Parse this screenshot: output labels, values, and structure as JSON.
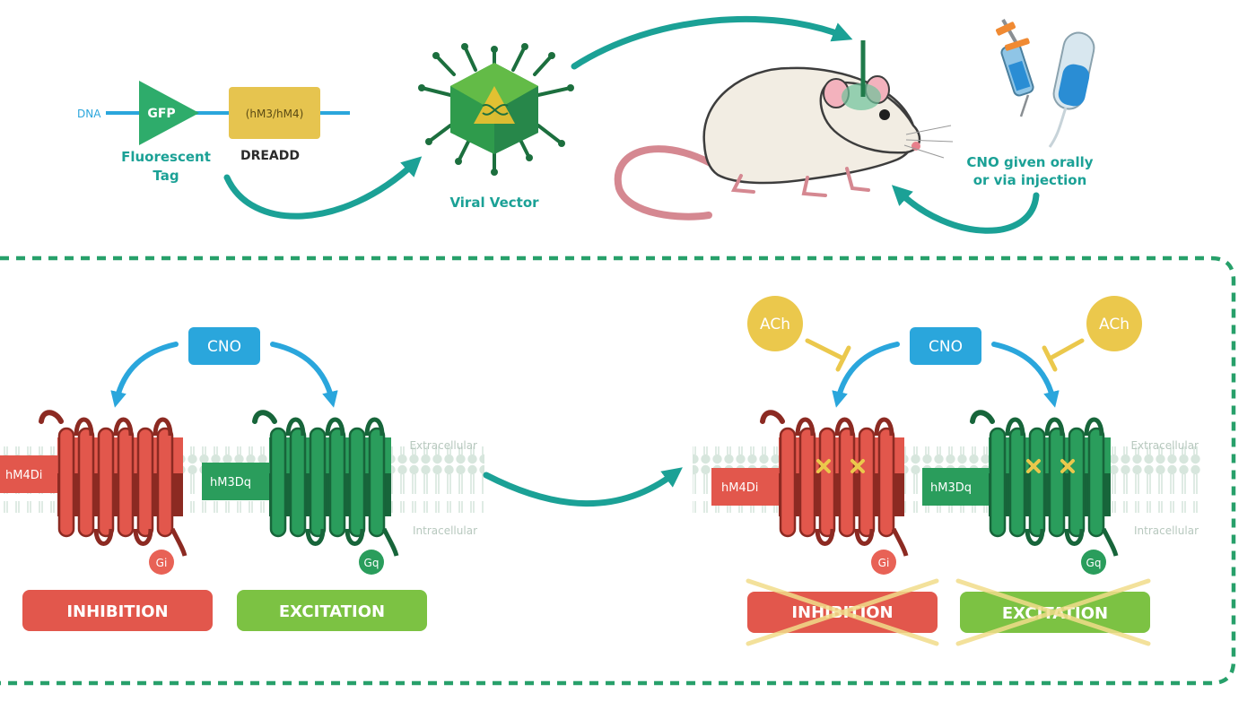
{
  "construct": {
    "dna_label": "DNA",
    "gfp_label": "GFP",
    "gene_label": "(hM3/hM4)",
    "tag_line1": "Fluorescent",
    "tag_line2": "Tag",
    "dreadd_label": "DREADD"
  },
  "vector": {
    "label": "Viral Vector"
  },
  "delivery": {
    "line1": "CNO given orally",
    "line2": "or via injection"
  },
  "left_panel": {
    "cno": "CNO",
    "hm4di": "hM4Di",
    "hm3dq": "hM3Dq",
    "gi": "Gi",
    "gq": "Gq",
    "extracellular": "Extracellular",
    "intracellular": "Intracellular",
    "inhibition": "INHIBITION",
    "excitation": "EXCITATION"
  },
  "right_panel": {
    "cno": "CNO",
    "ach_left": "ACh",
    "ach_right": "ACh",
    "hm4di": "hM4Di",
    "hm3dq": "hM3Dq",
    "gi": "Gi",
    "gq": "Gq",
    "extracellular": "Extracellular",
    "intracellular": "Intracellular",
    "inhibition": "INHIBITION",
    "excitation": "EXCITATION"
  },
  "colors": {
    "teal": "#1ba196",
    "blue": "#2aa6dc",
    "red": "#e2574c",
    "dark_red": "#8c2a22",
    "green": "#2a9d5c",
    "dark_green": "#17653a",
    "light_green": "#7cc243",
    "yellow": "#ebc84c",
    "membrane": "#d4e3da"
  }
}
